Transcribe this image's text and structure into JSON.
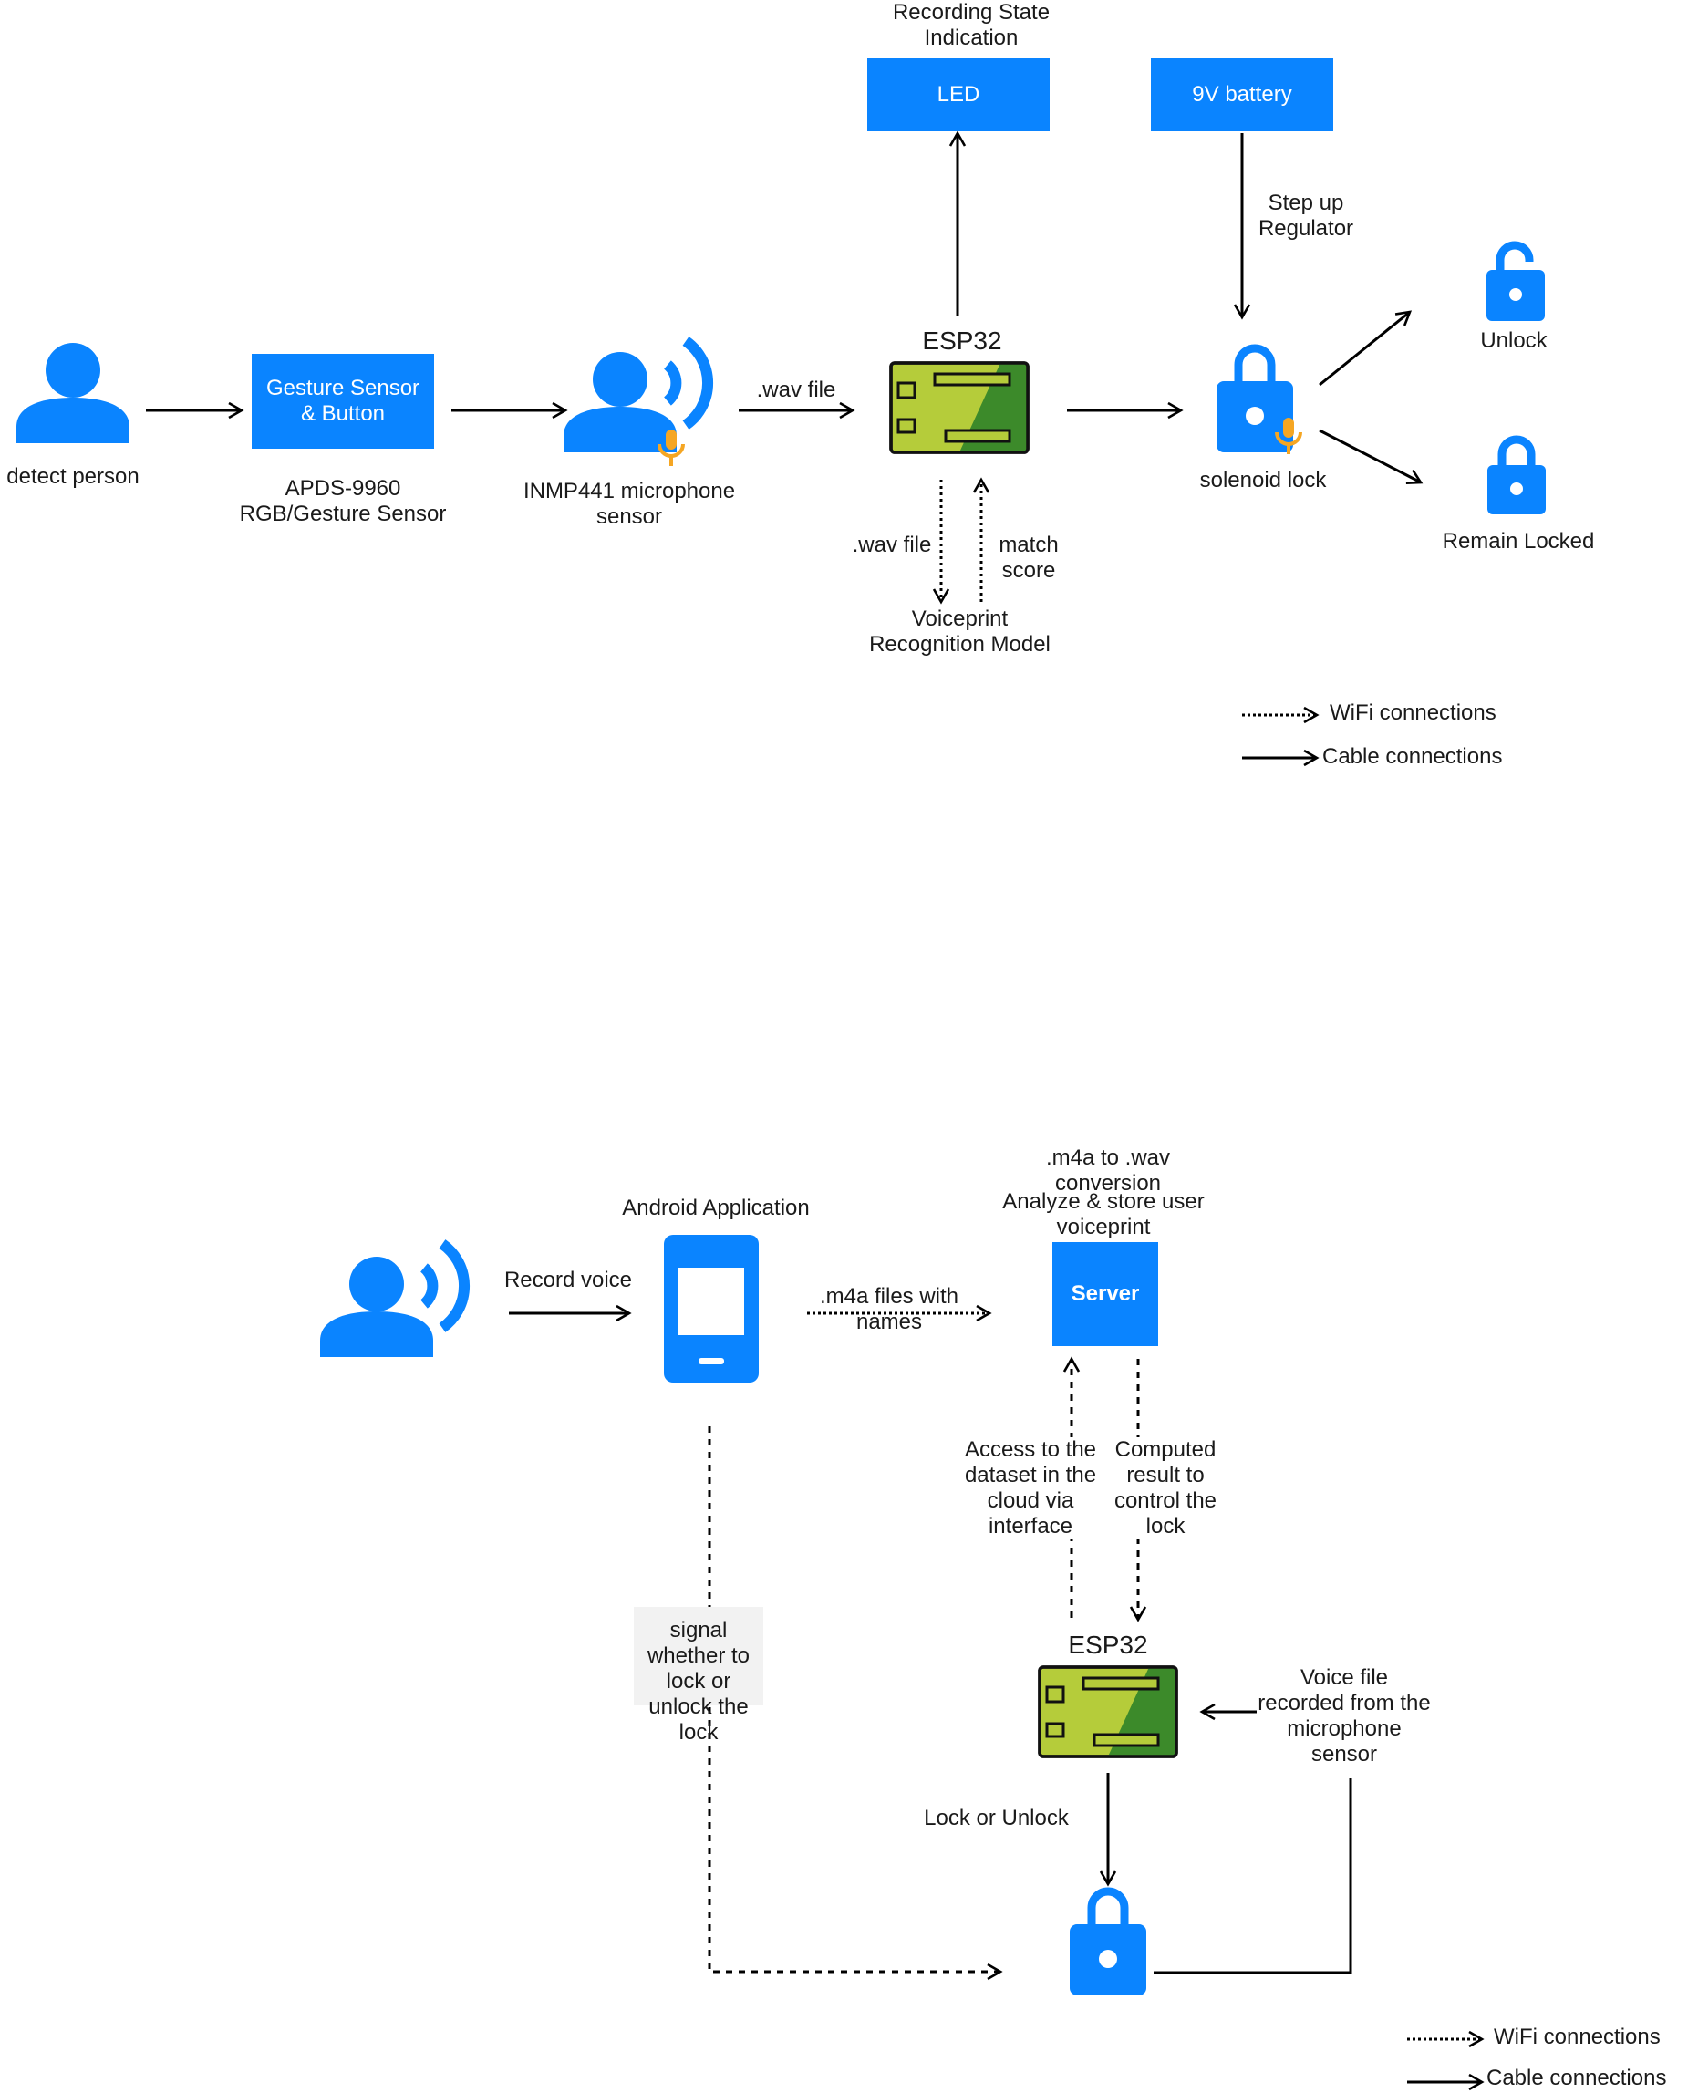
{
  "top": {
    "person_label": "detect person",
    "gesture_box": "Gesture Sensor & Button",
    "gesture_caption": "APDS-9960 RGB/Gesture Sensor",
    "mic_caption": "INMP441 microphone sensor",
    "wav_edge": ".wav file",
    "esp32_label": "ESP32",
    "recording_label": "Recording State Indication",
    "led_box": "LED",
    "battery_box": "9V battery",
    "stepup_label": "Step up Regulator",
    "lock_label": "solenoid lock",
    "unlock_label": "Unlock",
    "locked_label": "Remain Locked",
    "wav_down": ".wav file",
    "match_up": "match score",
    "model_label": "Voiceprint Recognition Model",
    "legend_wifi": "WiFi connections",
    "legend_cable": "Cable connections"
  },
  "bottom": {
    "record_label": "Record voice",
    "android_label": "Android Application",
    "m4a_edge": ".m4a files with names",
    "conversion_label": ".m4a to .wav conversion",
    "analyze_label": "Analyze & store user voiceprint",
    "server_box": "Server",
    "access_label": "Access to the dataset in the cloud via interface",
    "computed_label": "Computed result to control the lock",
    "esp32_label": "ESP32",
    "signal_label": "signal whether to lock or unlock the lock",
    "voicefile_label": "Voice file recorded from the microphone sensor",
    "lockunlock_label": "Lock or Unlock",
    "legend_wifi": "WiFi connections",
    "legend_cable": "Cable connections"
  },
  "colors": {
    "primary_blue": "#0a84ff",
    "board_green": "#b5cc3a",
    "board_dark": "#3c8a2a",
    "mic_orange": "#f5a623"
  },
  "icons": [
    "person-icon",
    "person-voice-icon",
    "mic-icon",
    "esp32-board-icon",
    "lock-icon",
    "smartphone-icon"
  ]
}
